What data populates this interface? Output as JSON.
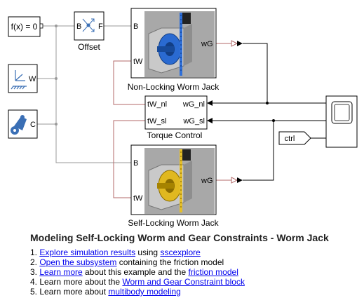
{
  "colors": {
    "signal_line": "#9a9a9a",
    "conn_line": "#b36a6a",
    "link": "#0000ee",
    "block_bg": "#a8a8a8"
  },
  "blocks": {
    "constant": "f(x) = 0",
    "offset_label": "Offset",
    "offset_port_in": "B",
    "offset_port_out": "F",
    "world_frame_port": "W",
    "config_port": "C",
    "nonlocking": {
      "label": "Non-Locking Worm Jack",
      "port_b": "B",
      "port_tw": "tW",
      "port_wg": "wG"
    },
    "selflocking": {
      "label": "Self-Locking Worm Jack",
      "port_b": "B",
      "port_tw": "tW",
      "port_wg": "wG"
    },
    "torque": {
      "label": "Torque Control",
      "in1": "tW_nl",
      "in2": "tW_sl",
      "out1": "wG_nl",
      "out2": "wG_sl"
    },
    "ctrl_tag": "ctrl"
  },
  "doc": {
    "title": "Modeling Self-Locking Worm and Gear Constraints - Worm Jack",
    "items": [
      {
        "num": "1. ",
        "link1": "Explore simulation results",
        "text1": " using ",
        "link2": "sscexplore",
        "text2": ""
      },
      {
        "num": "2. ",
        "link1": "Open the subsystem",
        "text1": " containing the friction model",
        "link2": "",
        "text2": ""
      },
      {
        "num": "3. ",
        "link1": "Learn more",
        "text1": " about this example and the ",
        "link2": "friction model",
        "text2": ""
      },
      {
        "num": "4. ",
        "link1": "",
        "text1": "Learn more about the ",
        "link2": "Worm and Gear Constraint block",
        "text2": ""
      },
      {
        "num": "5. ",
        "link1": "",
        "text1": "Learn more about ",
        "link2": "multibody modeling",
        "text2": ""
      }
    ]
  }
}
